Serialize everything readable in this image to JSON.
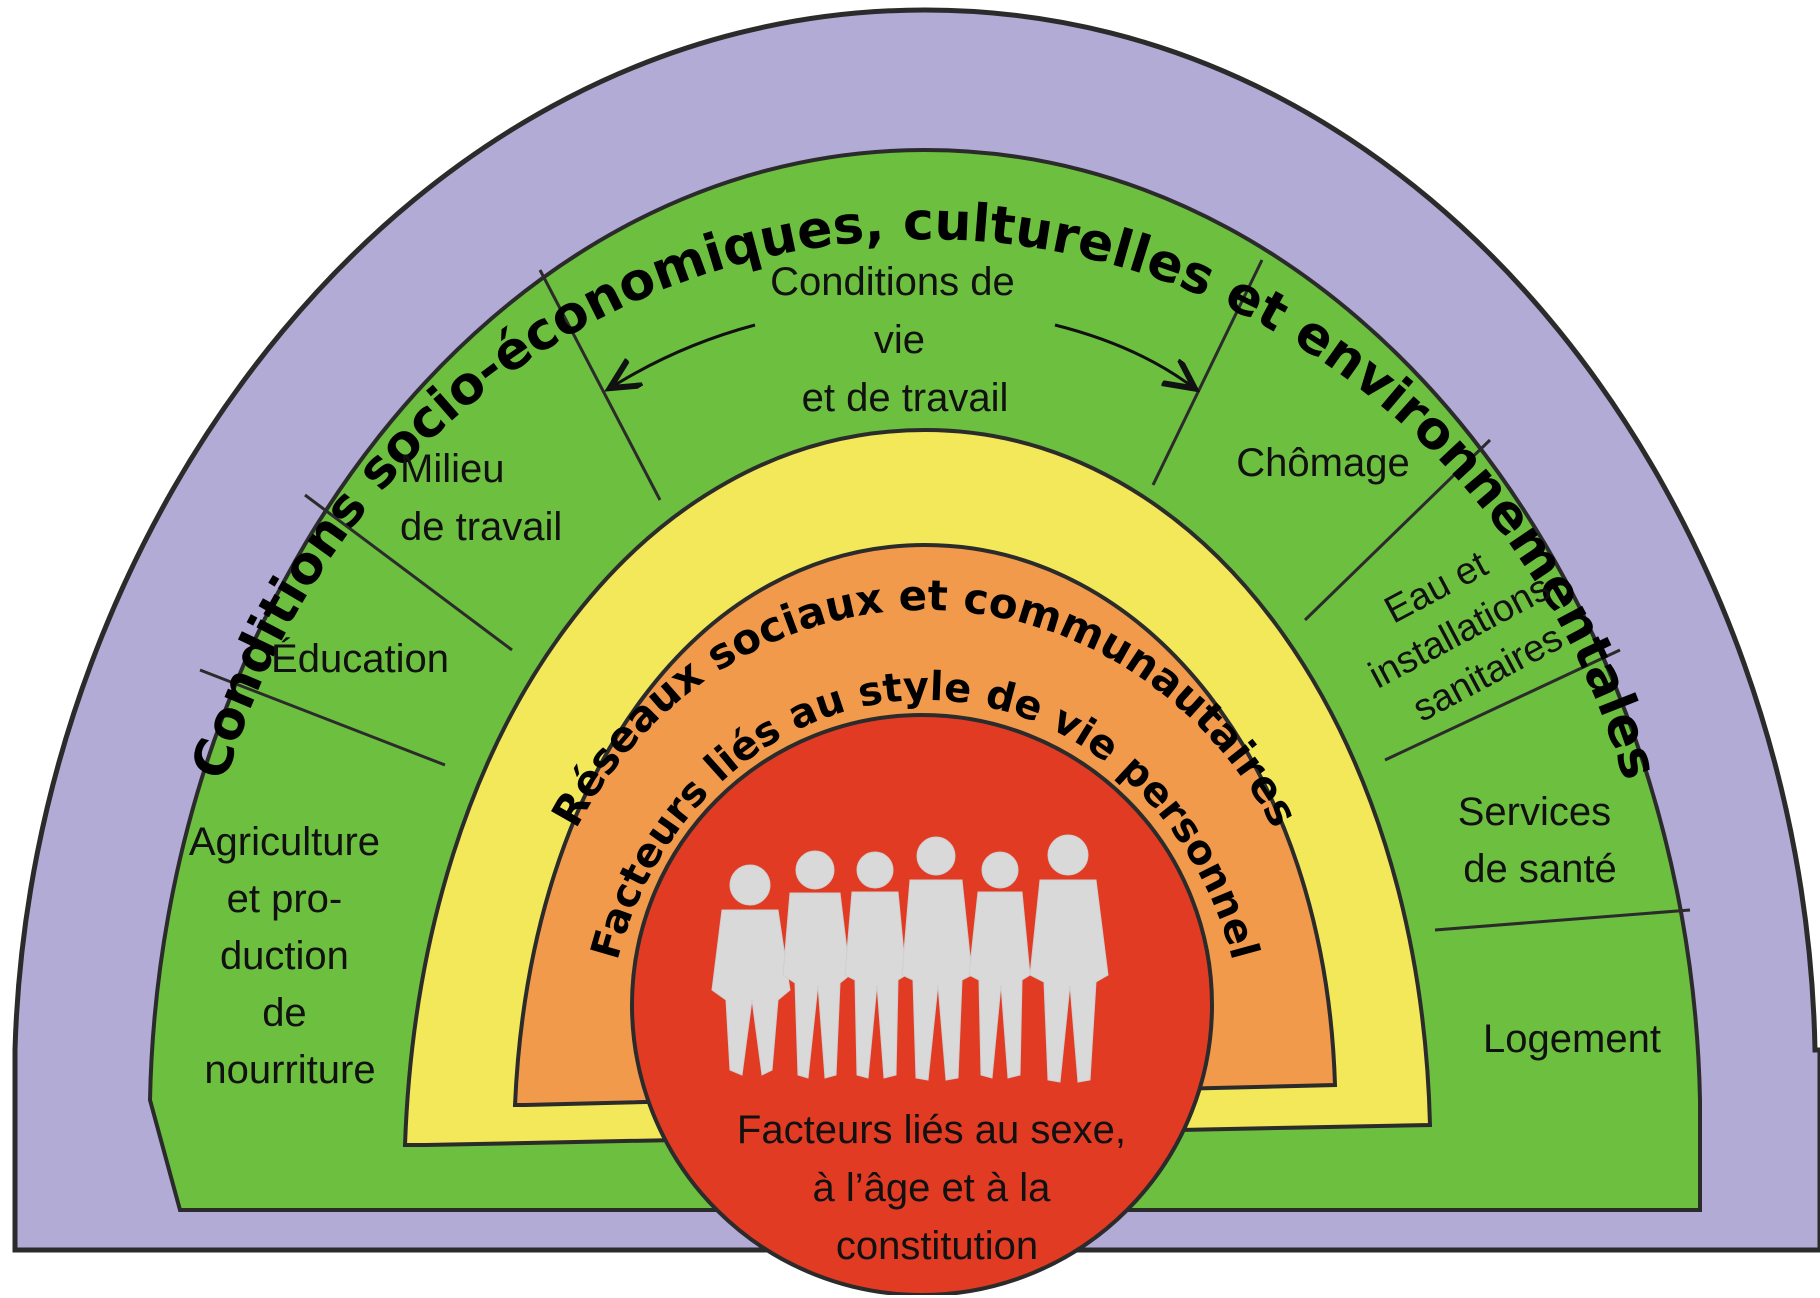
{
  "layers": {
    "outer": {
      "title": "Conditions socio-économiques, culturelles et environnementales",
      "color": "#b1abd6"
    },
    "living": {
      "color": "#6cbf3f",
      "main_label": [
        "Conditions de",
        "vie",
        "et de travail"
      ],
      "sectors": [
        {
          "key": "agriculture",
          "lines": [
            "Agriculture",
            "et pro-",
            "duction",
            "de",
            "nourriture"
          ]
        },
        {
          "key": "education",
          "lines": [
            "Éducation"
          ]
        },
        {
          "key": "workplace",
          "lines": [
            "Milieu",
            "de travail"
          ]
        },
        {
          "key": "unemployment",
          "lines": [
            "Chômage"
          ]
        },
        {
          "key": "water",
          "lines": [
            "Eau et",
            "installations",
            "sanitaires"
          ]
        },
        {
          "key": "health",
          "lines": [
            "Services",
            "de santé"
          ]
        },
        {
          "key": "housing",
          "lines": [
            "Logement"
          ]
        }
      ]
    },
    "social": {
      "title": "Réseaux sociaux et communautaires",
      "color": "#f2e85a"
    },
    "lifestyle": {
      "title": "Facteurs liés au style de vie personnel",
      "color": "#f29a4c"
    },
    "core": {
      "lines": [
        "Facteurs liés au sexe,",
        "à l’âge et à la",
        "constitution"
      ],
      "color": "#e23b23",
      "figures_color": "#d9d9d9"
    }
  }
}
